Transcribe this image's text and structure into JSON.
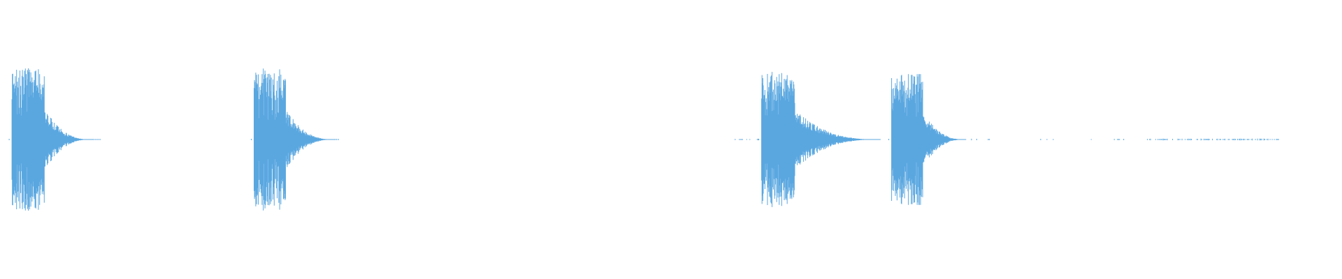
{
  "waveform": {
    "color": "#5aa7e0",
    "background": "#ffffff",
    "bursts": [
      {
        "start": 0.0089,
        "peak": 0.03,
        "end": 0.0694,
        "amplitude": 1.0
      },
      {
        "start": 0.1893,
        "peak": 0.2095,
        "end": 0.25,
        "amplitude": 1.0
      },
      {
        "start": 0.5675,
        "peak": 0.5868,
        "end": 0.656,
        "amplitude": 0.95
      },
      {
        "start": 0.6644,
        "peak": 0.685,
        "end": 0.72,
        "amplitude": 0.92
      }
    ],
    "noise_segments": [
      {
        "start": 0.54,
        "end": 0.567,
        "density": 0.25
      },
      {
        "start": 0.72,
        "end": 0.738,
        "density": 0.2
      },
      {
        "start": 0.77,
        "end": 0.79,
        "density": 0.1
      },
      {
        "start": 0.81,
        "end": 0.84,
        "density": 0.15
      },
      {
        "start": 0.855,
        "end": 0.953,
        "density": 0.55
      }
    ]
  }
}
